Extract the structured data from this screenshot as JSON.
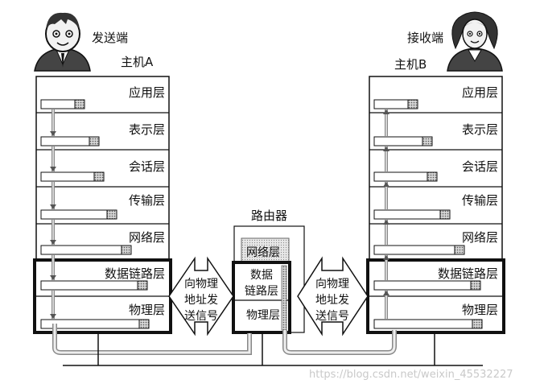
{
  "sender": {
    "caption": "发送端",
    "host": "主机A"
  },
  "receiver": {
    "caption": "接收端",
    "host": "主机B"
  },
  "router": {
    "title": "路由器",
    "layers": [
      "网络层",
      "数据\n链路层",
      "物理层"
    ]
  },
  "layers": [
    "应用层",
    "表示层",
    "会话层",
    "传输层",
    "网络层",
    "数据链路层",
    "物理层"
  ],
  "link_label": "向物理\n地址发\n送信号",
  "watermark": "https://blog.csdn.net/weixin_45532227"
}
